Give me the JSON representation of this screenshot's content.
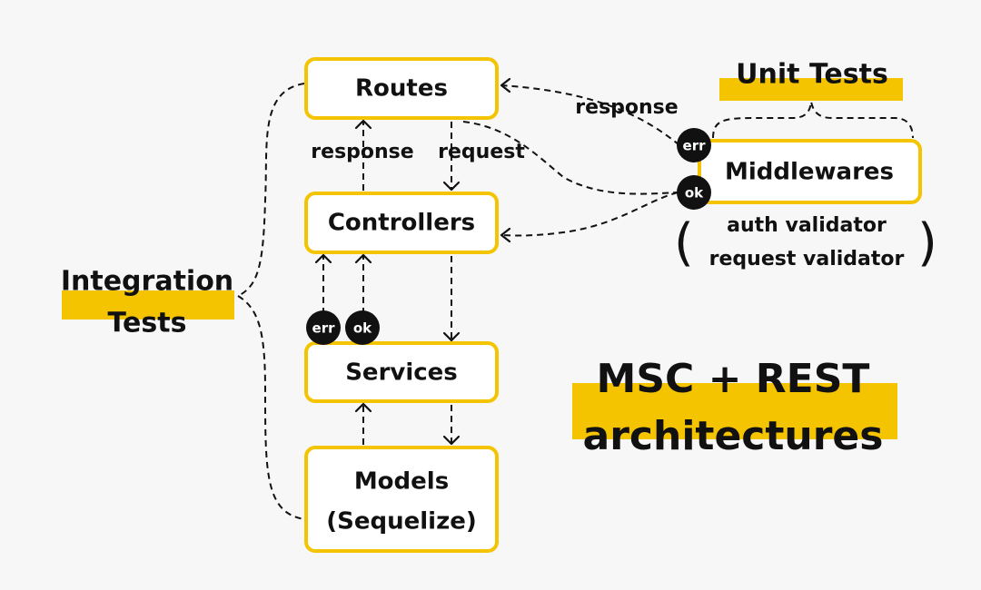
{
  "boxes": {
    "routes": "Routes",
    "controllers": "Controllers",
    "services": "Services",
    "models_line1": "Models",
    "models_line2": "(Sequelize)",
    "middlewares": "Middlewares"
  },
  "edge_labels": {
    "response_left": "response",
    "request": "request",
    "response_right": "response"
  },
  "badges": {
    "err": "err",
    "ok": "ok"
  },
  "middleware_notes": [
    "auth validator",
    "request validator"
  ],
  "integration_tests": [
    "Integration",
    "Tests"
  ],
  "unit_tests": "Unit Tests",
  "title": [
    "MSC + REST",
    "architectures"
  ],
  "colors": {
    "accent": "#f5c400",
    "ink": "#111111",
    "background": "#f7f7f7"
  }
}
